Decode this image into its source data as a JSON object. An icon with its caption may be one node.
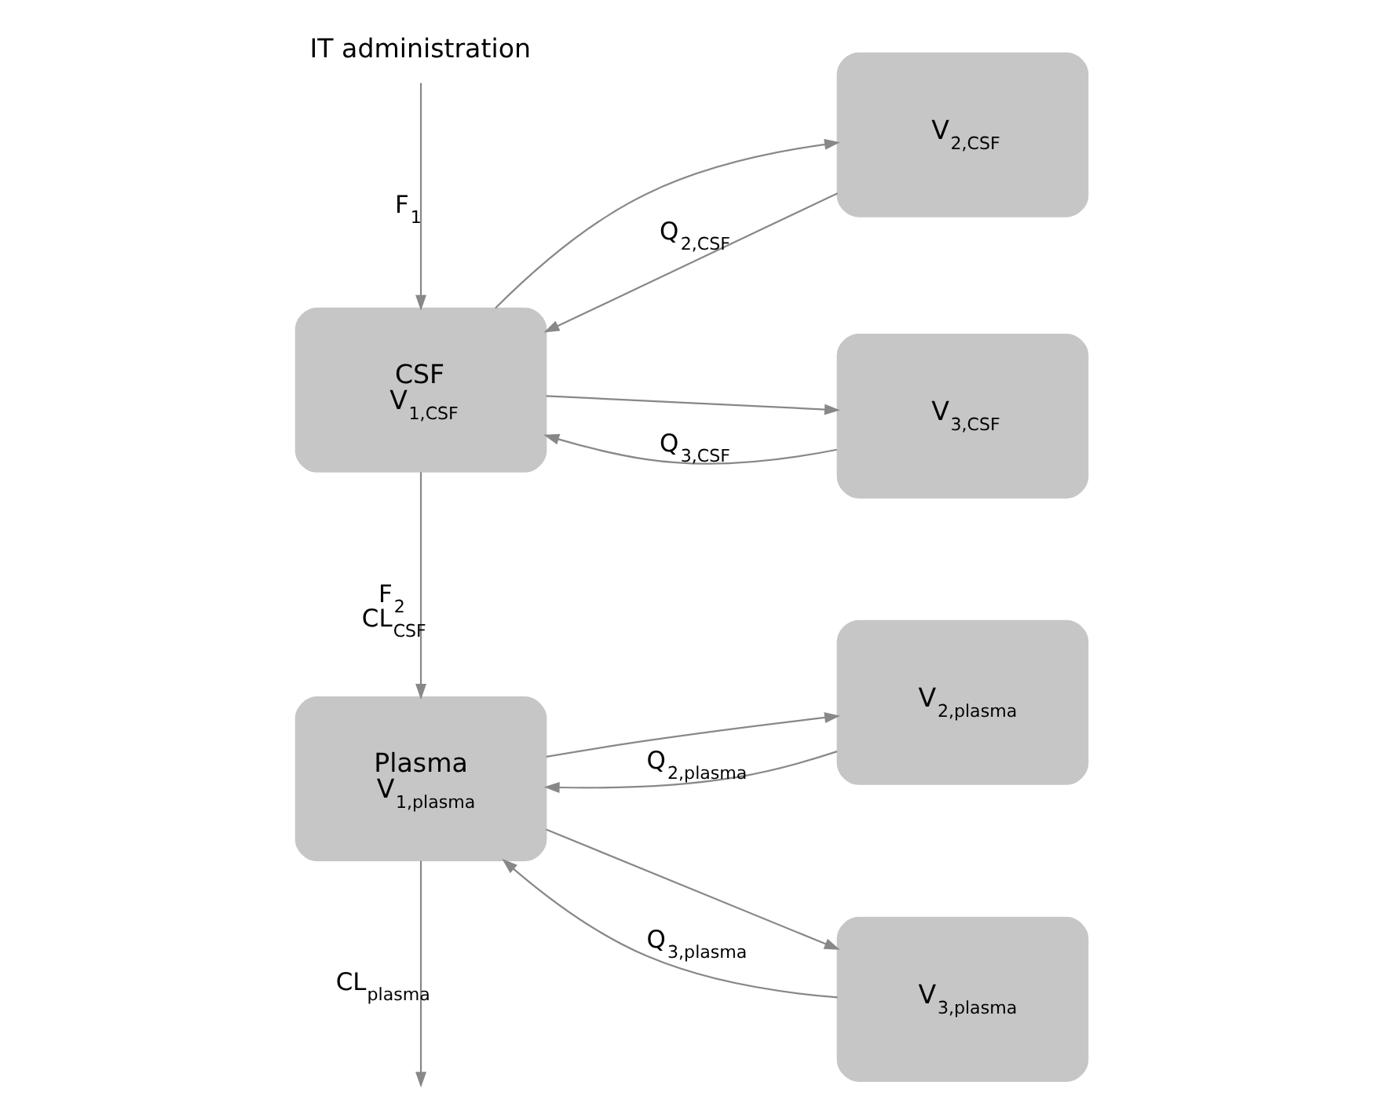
{
  "diagram": {
    "nodes": [
      {
        "text": [
          "IT administration"
        ]
      },
      {
        "text": [
          "CSF",
          "V$_{1,CSF}$"
        ]
      },
      {
        "text": [
          "V$_{2,CSF}$"
        ]
      },
      {
        "text": [
          "V$_{3,CSF}$"
        ]
      },
      {
        "text": [
          "Plasma",
          "V$_{1,plasma}$"
        ]
      },
      {
        "text": [
          "V$_{2,plasma}$"
        ]
      },
      {
        "text": [
          "V$_{3,plasma}$"
        ]
      }
    ],
    "edges": [
      {
        "from": 0,
        "to": 1,
        "arrow": "to",
        "label": "F$_{1}$"
      },
      {
        "from": 1,
        "to": 2,
        "arrow": "to"
      },
      {
        "from": 2,
        "to": 1,
        "arrow": "to",
        "label": "Q$_{2,CSF}$"
      },
      {
        "from": 1,
        "to": 3,
        "arrow": "to"
      },
      {
        "from": 3,
        "to": 1,
        "arrow": "to",
        "label": "Q$_{3,CSF}$"
      },
      {
        "from": 1,
        "to": 4,
        "arrow": "to",
        "label": "F$_{2}$ CL$_{CSF}$"
      },
      {
        "from": 4,
        "to": 5,
        "arrow": "to"
      },
      {
        "from": 5,
        "to": 4,
        "arrow": "to",
        "label": "Q$_{2,plasma}$"
      },
      {
        "from": 4,
        "to": 6,
        "arrow": "to"
      },
      {
        "from": 6,
        "to": 4,
        "arrow": "to",
        "label": "Q$_{3,plasma}$"
      },
      {
        "from": 4,
        "to": null,
        "arrow": "to",
        "label": "CL$_{plasma}$"
      }
    ]
  }
}
